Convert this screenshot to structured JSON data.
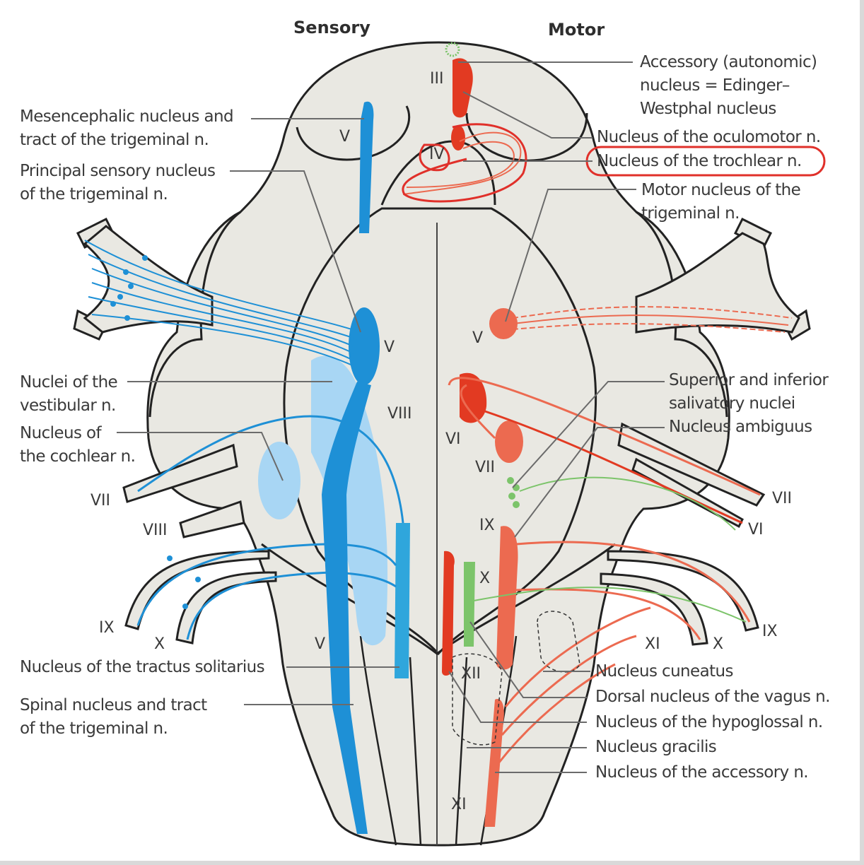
{
  "headings": {
    "sensory": "Sensory",
    "motor": "Motor"
  },
  "left_labels": {
    "mesencephalic": [
      "Mesencephalic nucleus and",
      "tract of the trigeminal n."
    ],
    "principal": [
      "Principal sensory nucleus",
      "of the trigeminal n."
    ],
    "vestibular": [
      "Nuclei of the",
      "vestibular n."
    ],
    "cochlear": [
      "Nucleus of",
      "the cochlear n."
    ],
    "solitarius": [
      "Nucleus of the tractus solitarius"
    ],
    "spinal": [
      "Spinal nucleus and tract",
      "of the trigeminal n."
    ]
  },
  "right_labels": {
    "accessory_autonomic": [
      "Accessory (autonomic)",
      "nucleus = Edinger–",
      "Westphal nucleus"
    ],
    "oculomotor": [
      "Nucleus of the oculomotor n."
    ],
    "trochlear": [
      "Nucleus of the trochlear n."
    ],
    "motor_trigeminal": [
      "Motor nucleus of the",
      "trigeminal n."
    ],
    "salivatory": [
      "Superior and inferior",
      "salivatory nuclei"
    ],
    "ambiguus": [
      "Nucleus ambiguus"
    ],
    "cuneatus": [
      "Nucleus cuneatus"
    ],
    "dorsal_vagus": [
      "Dorsal nucleus of the vagus n."
    ],
    "hypoglossal": [
      "Nucleus of the hypoglossal n."
    ],
    "gracilis": [
      "Nucleus gracilis"
    ],
    "accessory": [
      "Nucleus of the accessory n."
    ]
  },
  "roman": {
    "III": "III",
    "IV": "IV",
    "V_top": "V",
    "V_left": "V",
    "V_right": "V",
    "VIII_center": "VIII",
    "VI_center": "VI",
    "VII_center": "VII",
    "IX_center": "IX",
    "X_center": "X",
    "XII": "XII",
    "XI": "XI",
    "V_bottom": "V",
    "VII_left": "VII",
    "VIII_left": "VIII",
    "IX_left": "IX",
    "X_left": "X",
    "VII_right": "VII",
    "VI_right": "VI",
    "IX_right": "IX",
    "X_right": "X",
    "XI_right": "XI"
  },
  "colors": {
    "brainstem": "#e9e8e2",
    "outline": "#222222",
    "sensory": "#1e90d6",
    "sensory_light": "#a8d6f4",
    "motor": "#ec6a50",
    "motor_dark": "#e23a22",
    "autonomic": "#7cc46a",
    "annotation": "#e0302a",
    "leader": "#6b6b6b"
  }
}
